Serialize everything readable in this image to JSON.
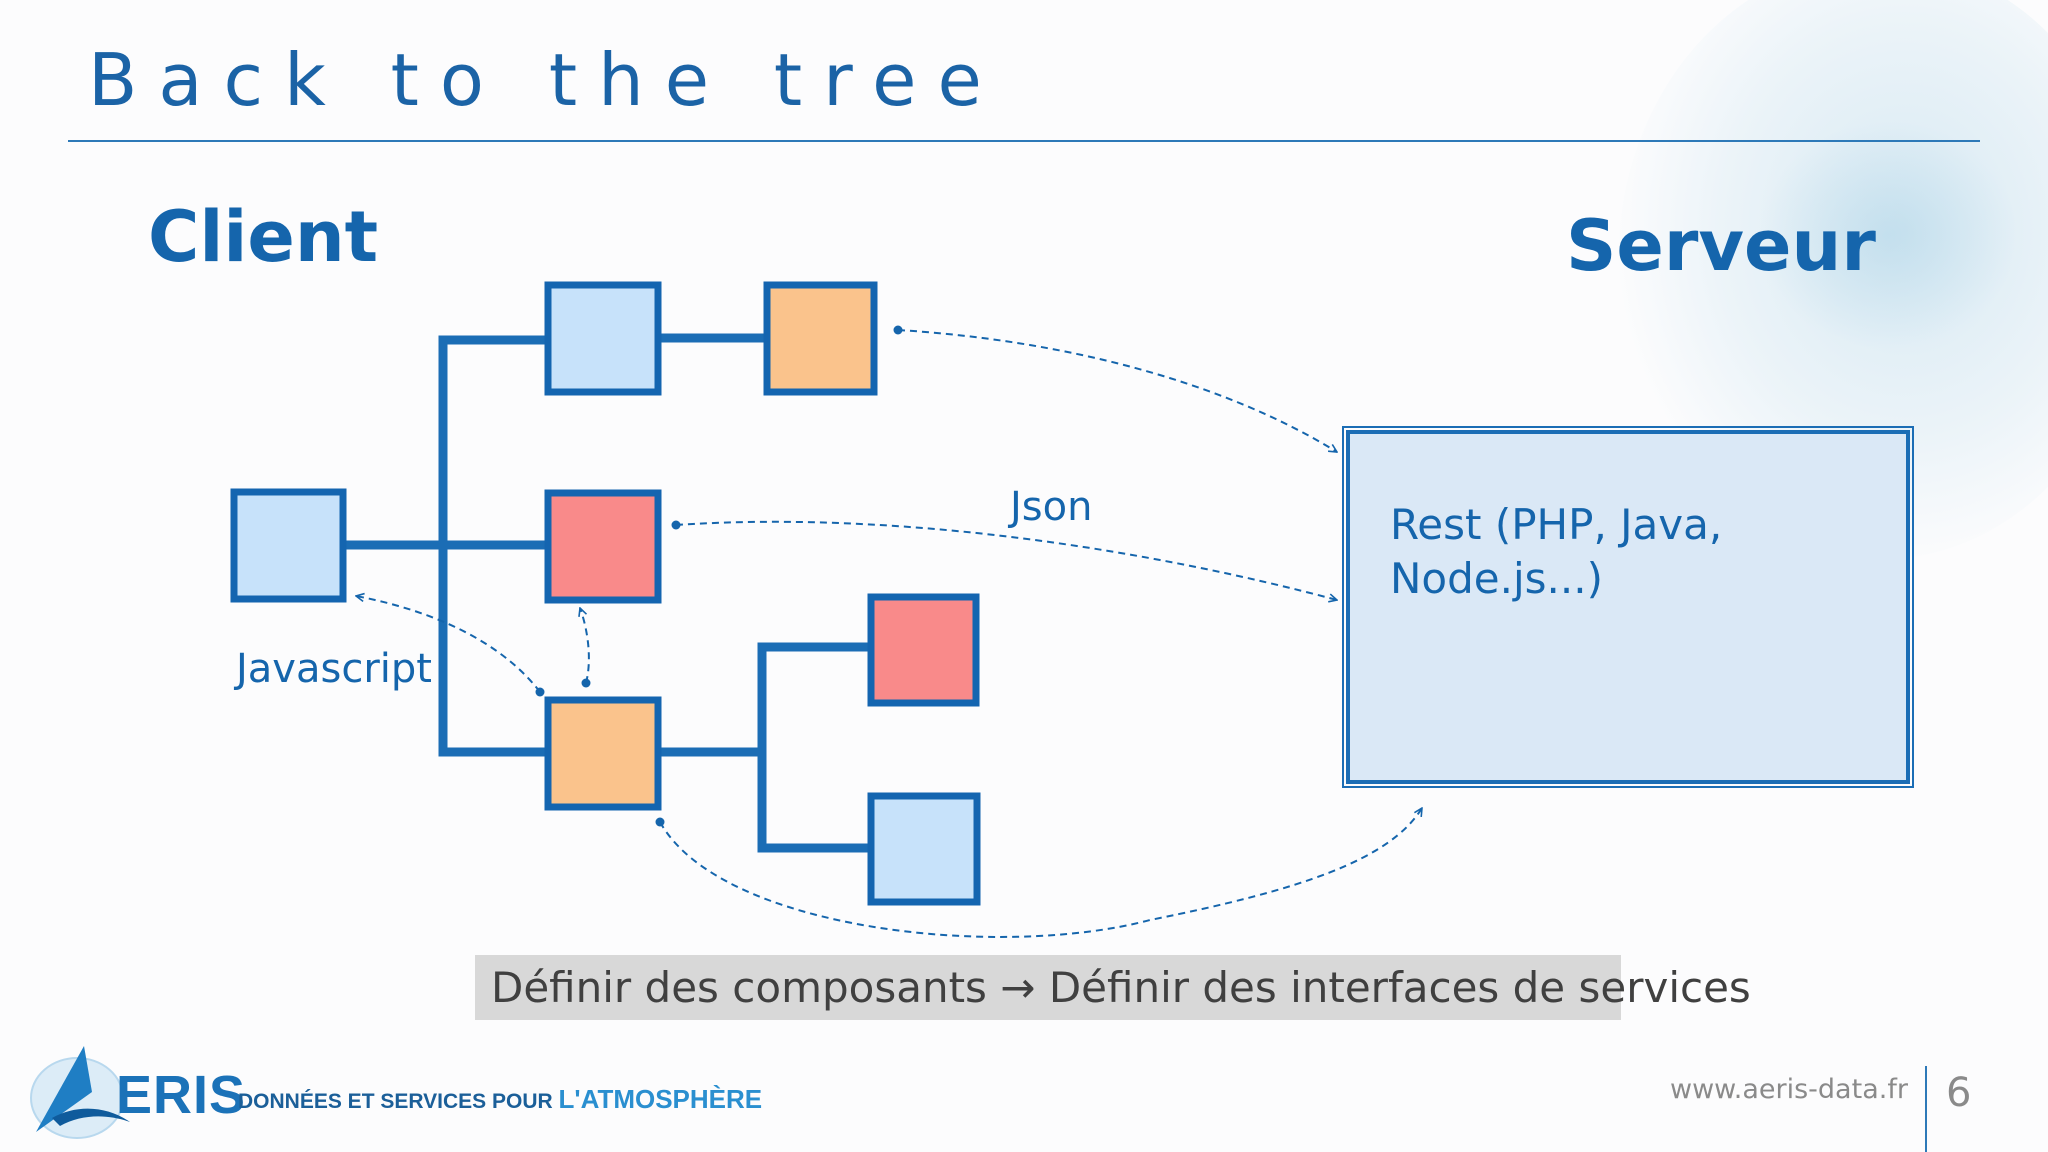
{
  "slide": {
    "title": "Back to the tree",
    "client_label": "Client",
    "server_label": "Serveur",
    "json_label": "Json",
    "javascript_label": "Javascript",
    "server_box_line1": "Rest (PHP, Java,",
    "server_box_line2": "Node.js...)",
    "caption": "Définir des composants → Définir des interfaces de services",
    "page_number": "6"
  },
  "footer": {
    "brand": "ERIS",
    "tagline_part1": "DONNÉES ET SERVICES POUR ",
    "tagline_part2": "L'ATMOSPHÈRE",
    "url": "www.aeris-data.fr"
  },
  "colors": {
    "primary": "#1565ac",
    "node_blue": "#c7e2fa",
    "node_orange": "#fac38c",
    "node_red": "#f98a8a",
    "server_fill": "#dae8f6"
  }
}
